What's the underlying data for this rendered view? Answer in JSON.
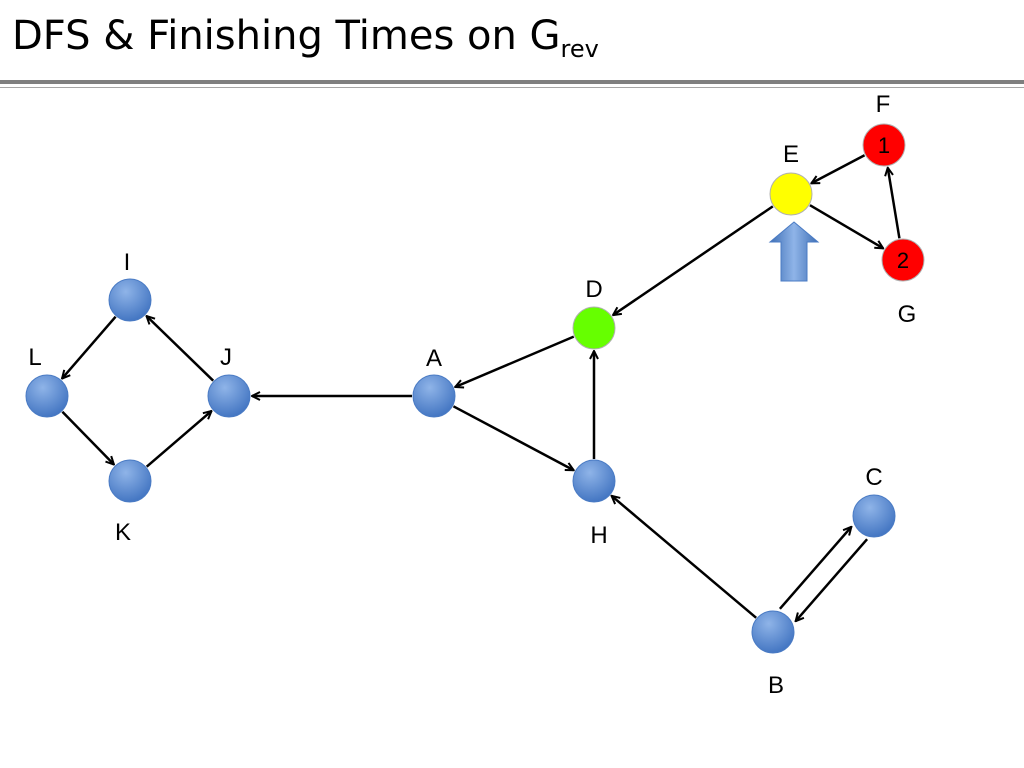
{
  "title": {
    "main": "DFS & Finishing Times on G",
    "subscript": "rev"
  },
  "colors": {
    "unvisited": "#4f81c7",
    "current": "#ffff00",
    "frontier": "#66ff00",
    "finished": "#ff0000",
    "pointer_arrow": "#5b8fd6"
  },
  "nodes": [
    {
      "id": "A",
      "label": "A",
      "state": "unvisited",
      "number": ""
    },
    {
      "id": "B",
      "label": "B",
      "state": "unvisited",
      "number": ""
    },
    {
      "id": "C",
      "label": "C",
      "state": "unvisited",
      "number": ""
    },
    {
      "id": "D",
      "label": "D",
      "state": "frontier",
      "number": ""
    },
    {
      "id": "E",
      "label": "E",
      "state": "current",
      "number": ""
    },
    {
      "id": "F",
      "label": "F",
      "state": "finished",
      "number": "1"
    },
    {
      "id": "G",
      "label": "G",
      "state": "finished",
      "number": "2"
    },
    {
      "id": "H",
      "label": "H",
      "state": "unvisited",
      "number": ""
    },
    {
      "id": "I",
      "label": "I",
      "state": "unvisited",
      "number": ""
    },
    {
      "id": "J",
      "label": "J",
      "state": "unvisited",
      "number": ""
    },
    {
      "id": "K",
      "label": "K",
      "state": "unvisited",
      "number": ""
    },
    {
      "id": "L",
      "label": "L",
      "state": "unvisited",
      "number": ""
    }
  ],
  "edges": [
    {
      "from": "F",
      "to": "E"
    },
    {
      "from": "G",
      "to": "F"
    },
    {
      "from": "E",
      "to": "G"
    },
    {
      "from": "E",
      "to": "D"
    },
    {
      "from": "D",
      "to": "A"
    },
    {
      "from": "H",
      "to": "D"
    },
    {
      "from": "A",
      "to": "H"
    },
    {
      "from": "A",
      "to": "J"
    },
    {
      "from": "B",
      "to": "H"
    },
    {
      "from": "B",
      "to": "C"
    },
    {
      "from": "C",
      "to": "B"
    },
    {
      "from": "J",
      "to": "I"
    },
    {
      "from": "I",
      "to": "L"
    },
    {
      "from": "L",
      "to": "K"
    },
    {
      "from": "K",
      "to": "J"
    }
  ],
  "pointer": {
    "target": "E",
    "icon": "up-arrow-icon"
  }
}
